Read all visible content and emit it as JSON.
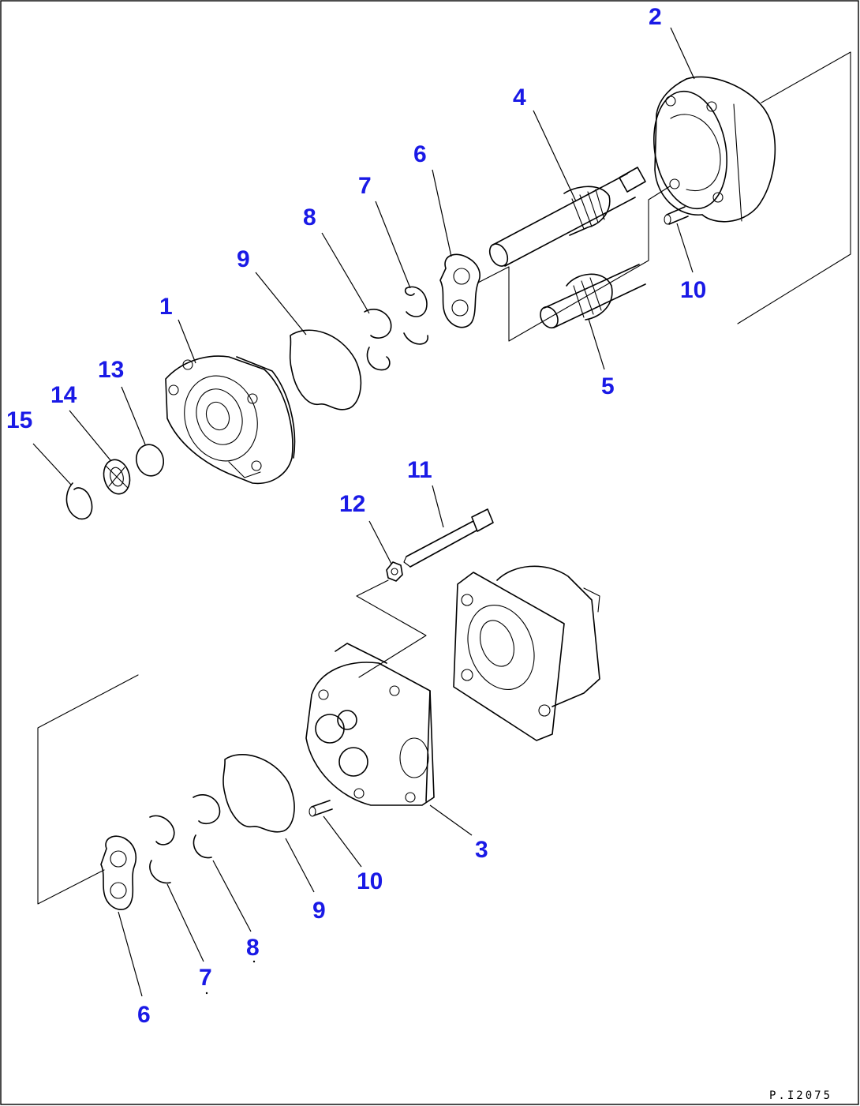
{
  "drawing_code": "P.I2075",
  "colors": {
    "label": "#1a1ae6",
    "line": "#000000",
    "background": "#ffffff"
  },
  "labels": {
    "l1": "1",
    "l2": "2",
    "l3": "3",
    "l4": "4",
    "l5": "5",
    "l6a": "6",
    "l6b": "6",
    "l7a": "7",
    "l7b": "7",
    "l8a": "8",
    "l8b": "8",
    "l9a": "9",
    "l9b": "9",
    "l10a": "10",
    "l10b": "10",
    "l11": "11",
    "l12": "12",
    "l13": "13",
    "l14": "14",
    "l15": "15"
  }
}
